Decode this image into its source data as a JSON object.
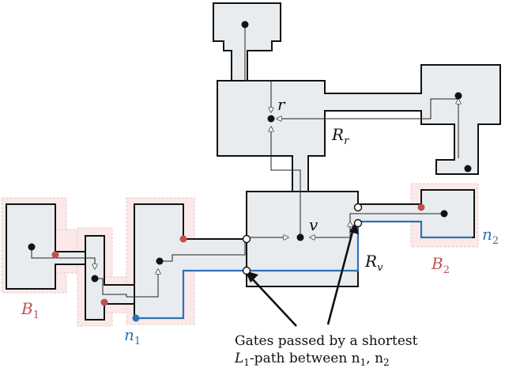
{
  "labels": {
    "r": "r",
    "v": "v",
    "Rr": "R",
    "Rr_sub": "r",
    "Rv": "R",
    "Rv_sub": "v",
    "B1": "B",
    "B1_sub": "1",
    "B2": "B",
    "B2_sub": "2",
    "n1": "n",
    "n1_sub": "1",
    "n2": "n",
    "n2_sub": "2"
  },
  "caption": {
    "line1": "Gates passed by a shortest",
    "line2_pre": "L",
    "line2_sub": "1",
    "line2_post": "-path between n",
    "line2_sub2": "1",
    "line2_mid": ", n",
    "line2_sub3": "2"
  },
  "colors": {
    "room_fill": "#e8ecef",
    "corridor": "#b3b3b3",
    "boundary_halo": "#fbe9e9",
    "red_gate": "#c0504d",
    "blue_path": "#2f6fb8"
  }
}
